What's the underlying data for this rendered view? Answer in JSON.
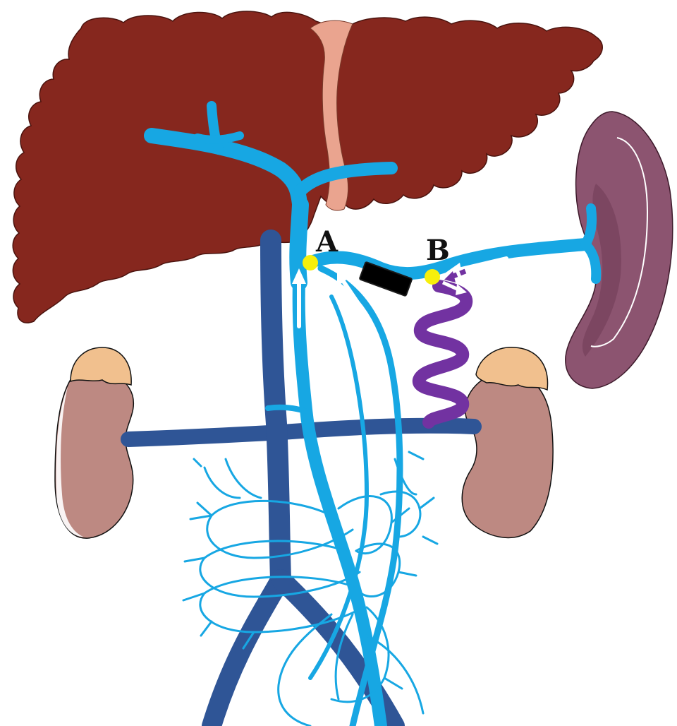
{
  "labels": {
    "point_a": "A",
    "point_b": "B"
  },
  "colors": {
    "liver": "#86271e",
    "liver_outline": "#4a130e",
    "ligament": "#eaa48f",
    "spleen": "#8c5470",
    "spleen_dark": "#6f3a55",
    "kidney": "#bd8982",
    "adrenal": "#f1c08e",
    "systemic_vein": "#2f5596",
    "portal_vein": "#17a7e3",
    "shunt_coil": "#7232a1",
    "marker": "#f7ef0c",
    "flow_arrow": "#ffffff",
    "occluder": "#000000"
  },
  "icons": {
    "point_marker": "yellow-dot",
    "flow_arrow": "white-arrow",
    "reverse_flow_arrow": "purple-dashed-arrow"
  }
}
